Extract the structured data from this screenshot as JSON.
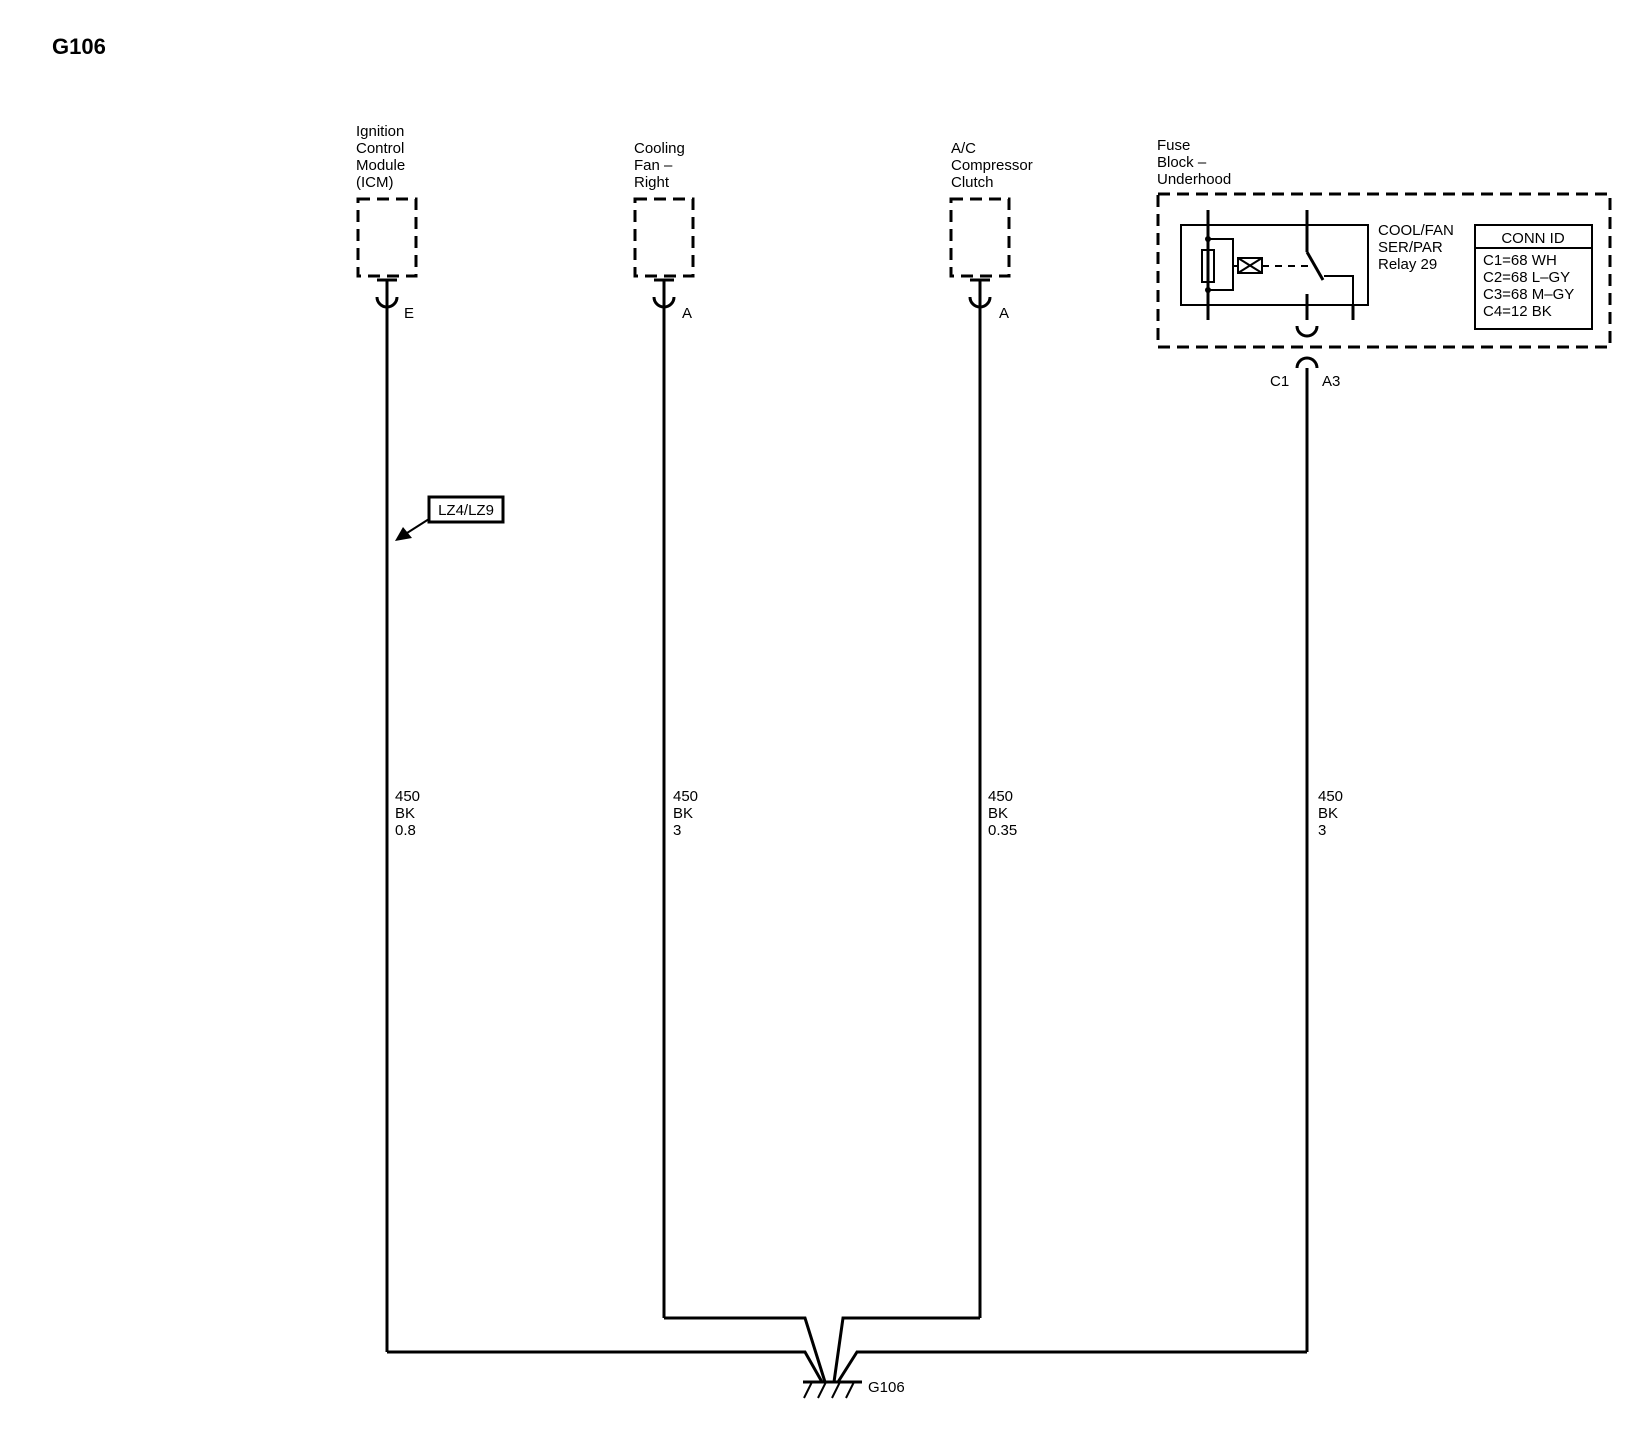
{
  "title": "G106",
  "components": [
    {
      "name_lines": [
        "Ignition",
        "Control",
        "Module",
        "(ICM)"
      ],
      "pin": "E"
    },
    {
      "name_lines": [
        "Cooling",
        "Fan –",
        "Right"
      ],
      "pin": "A"
    },
    {
      "name_lines": [
        "A/C",
        "Compressor",
        "Clutch"
      ],
      "pin": "A"
    }
  ],
  "fuse_block": {
    "name_lines": [
      "Fuse",
      "Block –",
      "Underhood"
    ],
    "relay_lines": [
      "COOL/FAN",
      "SER/PAR",
      "Relay 29"
    ],
    "conn_id": {
      "header": "CONN ID",
      "rows": [
        "C1=68 WH",
        "C2=68 L–GY",
        "C3=68 M–GY",
        "C4=12 BK"
      ]
    },
    "connector": "C1",
    "pin": "A3"
  },
  "option_tag": "LZ4/LZ9",
  "wires": [
    {
      "circuit": "450",
      "color": "BK",
      "size": "0.8"
    },
    {
      "circuit": "450",
      "color": "BK",
      "size": "3"
    },
    {
      "circuit": "450",
      "color": "BK",
      "size": "0.35"
    },
    {
      "circuit": "450",
      "color": "BK",
      "size": "3"
    }
  ],
  "ground": "G106"
}
